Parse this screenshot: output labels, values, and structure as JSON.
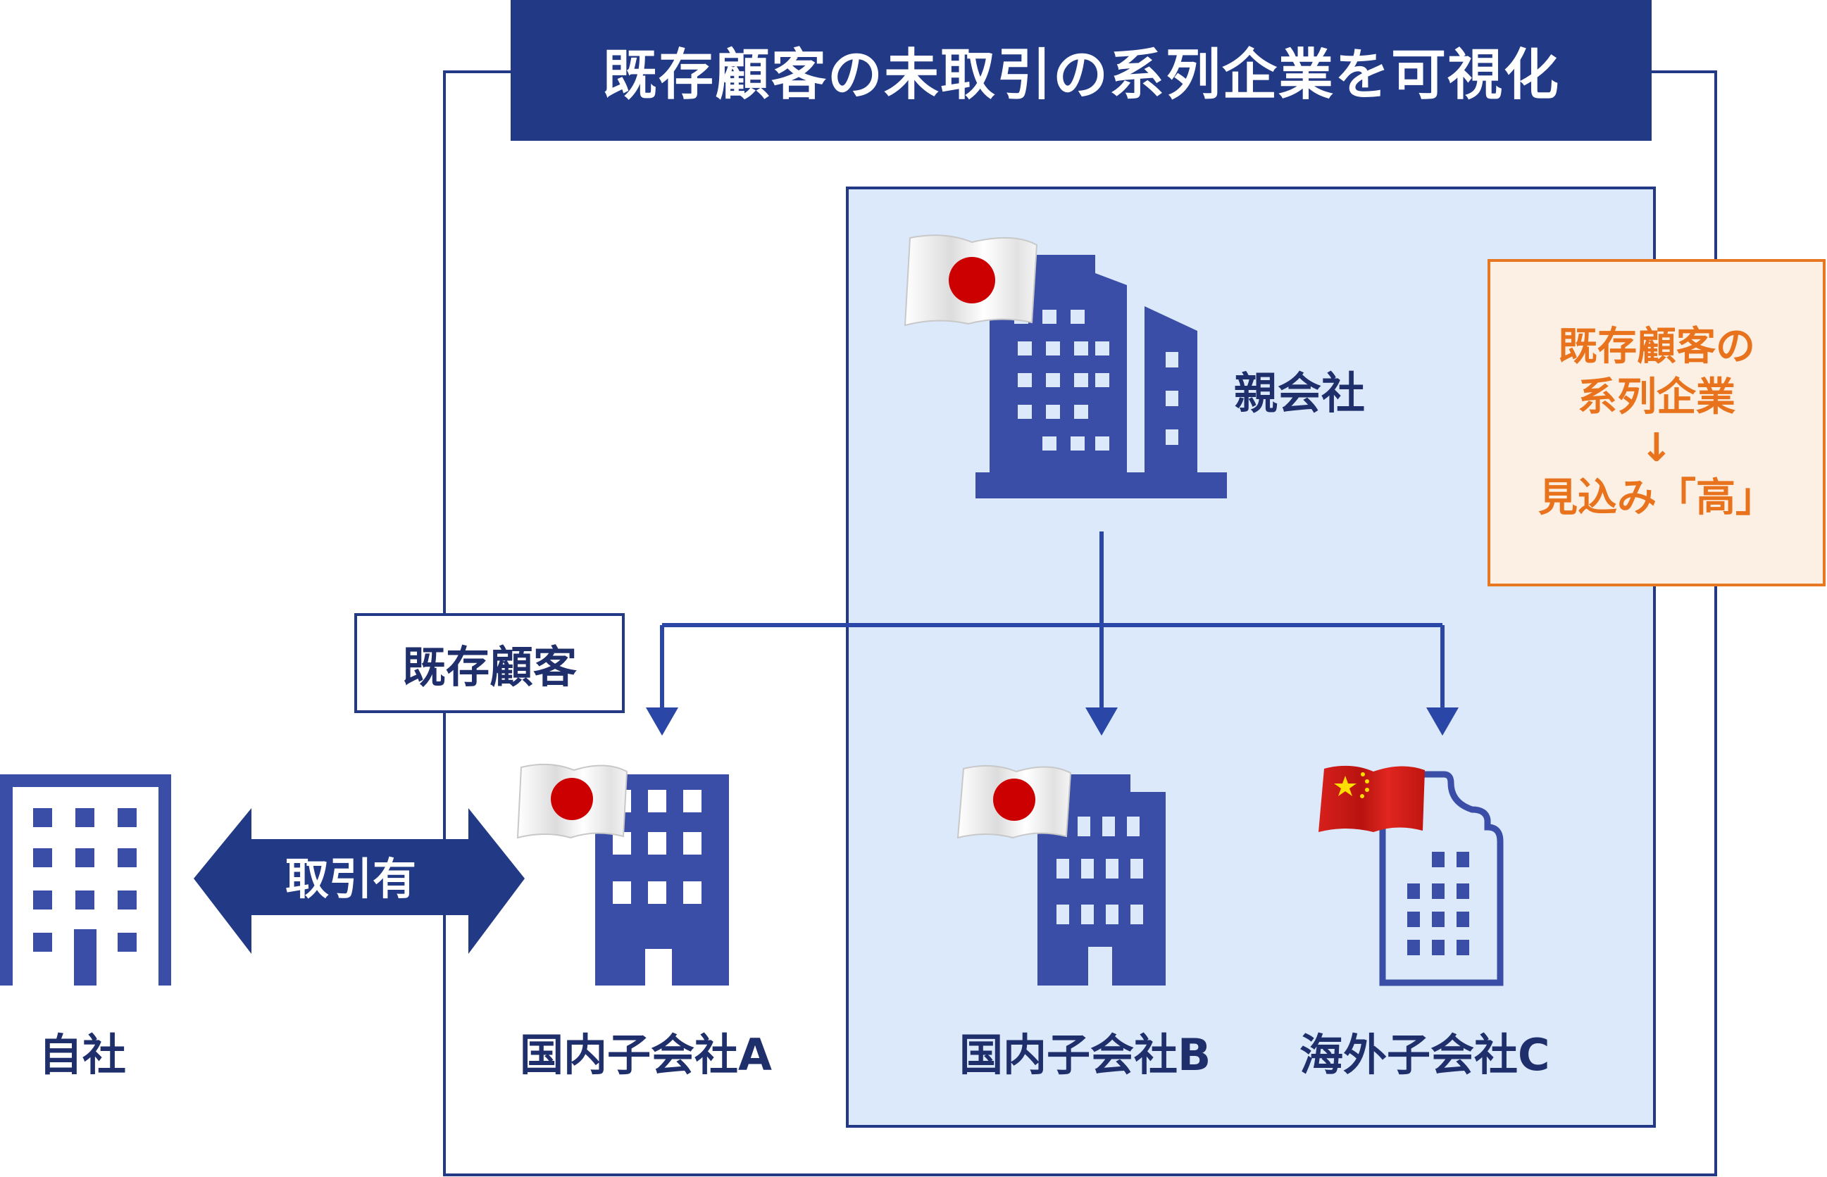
{
  "title": "既存顧客の未取引の系列企業を可視化",
  "callout": {
    "line1": "既存顧客の",
    "line2": "系列企業",
    "arrow": "↓",
    "line3": "見込み「高」"
  },
  "labels": {
    "parent": "親会社",
    "existing_customer": "既存顧客",
    "own_company": "自社",
    "transaction": "取引有",
    "sub_a": "国内子会社A",
    "sub_b": "国内子会社B",
    "sub_c": "海外子会社C"
  },
  "icons": {
    "parent_building": "building-icon",
    "own_building": "building-icon",
    "sub_a_building": "building-icon",
    "sub_b_building": "building-icon",
    "sub_c_building": "building-outline-icon",
    "japan_flag": "japan-flag-icon",
    "china_flag": "china-flag-icon"
  },
  "colors": {
    "navy": "#223a86",
    "building_blue": "#3a4ea8",
    "group_fill": "#dbe9fb",
    "accent_orange": "#e8731c",
    "callout_fill": "#fcefe4",
    "japan_red": "#cc0000",
    "china_red": "#d8201c",
    "china_yellow": "#ffde00"
  }
}
